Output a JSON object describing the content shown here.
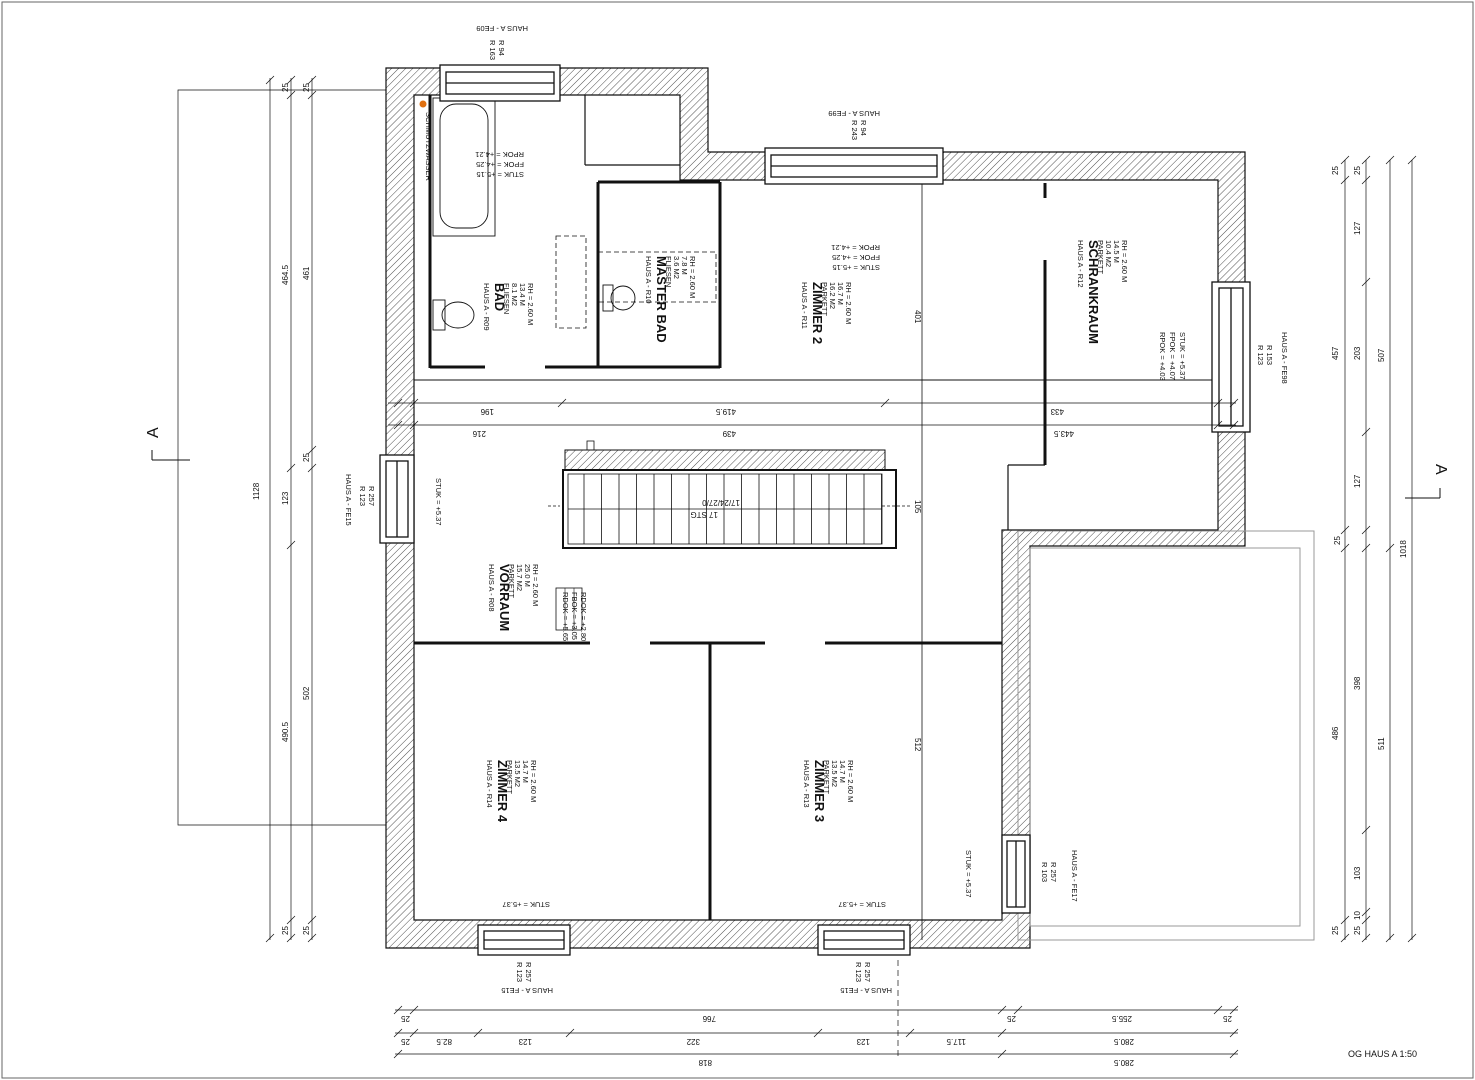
{
  "plan_title": "OG HAUS A 1:50",
  "section_label": "A",
  "sewage_label": "SCHMUTZWASSER",
  "rooms": [
    {
      "code": "HAUS A - R09",
      "name": "BAD",
      "floor": "FLIESEN",
      "area": "8.1 M2",
      "perimeter": "13.4 M",
      "height": "RH = 2.60 M"
    },
    {
      "code": "HAUS A - R10",
      "name": "MASTER BAD",
      "floor": "FLIESEN",
      "area": "3.6 M2",
      "perimeter": "7.8 M",
      "height": "RH = 2.60 M"
    },
    {
      "code": "HAUS A - R11",
      "name": "ZIMMER 2",
      "floor": "PARKETT",
      "area": "16.2 M2",
      "perimeter": "16.7 M",
      "height": "RH = 2.60 M"
    },
    {
      "code": "HAUS A - R12",
      "name": "SCHRANKRAUM",
      "floor": "PARKETT",
      "area": "10.4 M2",
      "perimeter": "14.5 M",
      "height": "RH = 2.60 M"
    },
    {
      "code": "HAUS A - R08",
      "name": "VORRAUM",
      "floor": "PARKETT",
      "area": "15.7 M2",
      "perimeter": "25.0 M",
      "height": "RH = 2.60 M"
    },
    {
      "code": "HAUS A - R14",
      "name": "ZIMMER 4",
      "floor": "PARKETT",
      "area": "13.5 M2",
      "perimeter": "14.7 M",
      "height": "RH = 2.60 M"
    },
    {
      "code": "HAUS A - R13",
      "name": "ZIMMER 3",
      "floor": "PARKETT",
      "area": "13.5 M2",
      "perimeter": "14.7 M",
      "height": "RH = 2.60 M"
    }
  ],
  "heights": {
    "bad": [
      "STUK = +5.15",
      "FPOK = +4.25",
      "RPOK = +4.21"
    ],
    "zimmer2": [
      "STUK = +5.15",
      "FPOK = +4.25",
      "RPOK = +4.21"
    ],
    "schrankraum": [
      "RPOK = +4.03",
      "FPOK = +4.07",
      "STUK = +5.37"
    ],
    "vorraum_box": [
      "RDOK = +5.65",
      "FBOK = +3.05",
      "RDOK = +2.80"
    ],
    "stuk_vorraum": "STUK = +5.37",
    "stuk_z4": "STUK = +5.37",
    "stuk_z3": "STUK = +5.37",
    "stuk_fe17": "STUK = +5.37"
  },
  "windows": {
    "fe09": {
      "name": "HAUS A - FE09",
      "dims": [
        "R 163",
        "R 94"
      ]
    },
    "fe99": {
      "name": "HAUS A - FE99",
      "dims": [
        "R 243",
        "R 94"
      ]
    },
    "fe98": {
      "name": "HAUS A - FE98",
      "dims": [
        "R 123",
        "R 153"
      ]
    },
    "fe15w": {
      "name": "HAUS A - FE15",
      "dims": [
        "R 123",
        "R 257"
      ]
    },
    "fe15a": {
      "name": "HAUS A - FE15",
      "dims": [
        "R 123",
        "R 257"
      ]
    },
    "fe15b": {
      "name": "HAUS A - FE15",
      "dims": [
        "R 123",
        "R 257"
      ]
    },
    "fe17": {
      "name": "HAUS A - FE17",
      "dims": [
        "R 103",
        "R 257"
      ]
    }
  },
  "stair": {
    "label": "17 STG",
    "ratio": "17/24/27/0"
  },
  "dims_interior": {
    "row1": [
      "196",
      "419.5",
      "433"
    ],
    "row2": [
      "216",
      "439",
      "443.5"
    ],
    "vertical": [
      "401",
      "105",
      "512"
    ]
  },
  "dims_left": {
    "chain1": [
      "25",
      "464.5",
      "123",
      "490.5",
      "25"
    ],
    "chain2": [
      "25",
      "461",
      "25",
      "502",
      "25"
    ],
    "total": "1128"
  },
  "dims_right": {
    "chain1": [
      "25",
      "127",
      "203",
      "127",
      "25",
      "398",
      "103",
      "25",
      "10"
    ],
    "chain2": [
      "25",
      "457",
      "486",
      "25"
    ],
    "chain3": [
      "507",
      "511"
    ],
    "total": "1018"
  },
  "dims_bottom": {
    "row1": [
      "25",
      "766",
      "25",
      "255.5",
      "25"
    ],
    "row2": [
      "25",
      "82.5",
      "123",
      "322",
      "123",
      "117.5",
      "280.5"
    ],
    "row3": [
      "818",
      "280.5"
    ]
  }
}
